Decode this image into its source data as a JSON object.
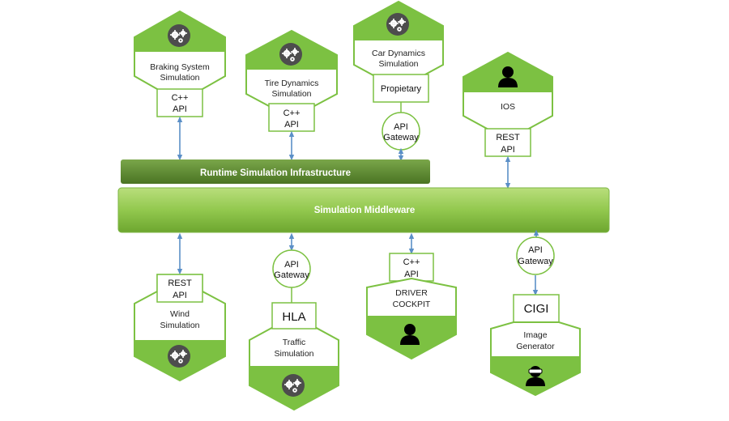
{
  "colors": {
    "hex_green": "#7cc142",
    "hex_border": "#6fbf3a",
    "runtime_bar": "#5a8a2c",
    "middleware_bar": "#8ec64a",
    "connector": "#5b8fc7",
    "icon_dark": "#4d4d4d"
  },
  "bars": {
    "runtime": "Runtime Simulation Infrastructure",
    "middleware": "Simulation Middleware"
  },
  "components": {
    "braking": {
      "title_1": "Braking System",
      "title_2": "Simulation",
      "icon": "gears-icon",
      "iface_1": "C++",
      "iface_2": "API"
    },
    "tire": {
      "title_1": "Tire Dynamics",
      "title_2": "Simulation",
      "icon": "gears-icon",
      "iface_1": "C++",
      "iface_2": "API"
    },
    "car": {
      "title_1": "Car Dynamics",
      "title_2": "Simulation",
      "icon": "gears-icon",
      "iface_1": "Propietary",
      "gateway_1": "API",
      "gateway_2": "Gateway"
    },
    "ios": {
      "title_1": "IOS",
      "icon": "person-icon",
      "iface_1": "REST",
      "iface_2": "API"
    },
    "wind": {
      "title_1": "Wind",
      "title_2": "Simulation",
      "icon": "gears-icon",
      "iface_1": "REST",
      "iface_2": "API"
    },
    "traffic": {
      "title_1": "Traffic",
      "title_2": "Simulation",
      "icon": "gears-icon",
      "iface_1": "HLA",
      "gateway_1": "API",
      "gateway_2": "Gateway"
    },
    "driver": {
      "title_1": "DRIVER",
      "title_2": "COCKPIT",
      "icon": "person-icon",
      "iface_1": "C++",
      "iface_2": "API"
    },
    "image": {
      "title_1": "Image",
      "title_2": "Generator",
      "icon": "vr-person-icon",
      "iface_1": "CIGI",
      "gateway_1": "API",
      "gateway_2": "Gateway"
    }
  }
}
